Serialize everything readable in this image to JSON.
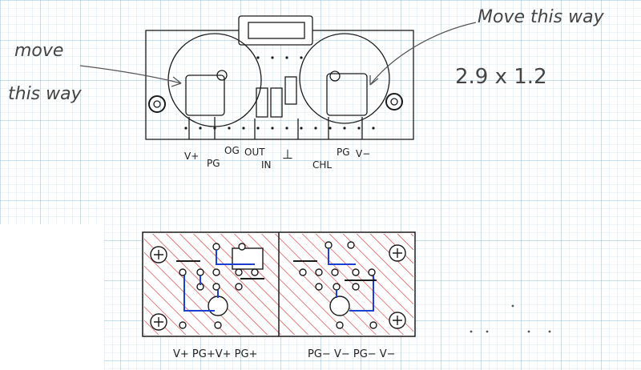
{
  "annotations": {
    "left_line1": "move",
    "left_line2": "this way",
    "right_note": "Move this way",
    "dimensions": "2.9 x 1.2"
  },
  "top_pins": {
    "v_plus": "V+",
    "pg": "PG",
    "og": "OG",
    "out": "OUT",
    "in": "IN",
    "ground": "⊥",
    "pg2": "PG",
    "v_minus": "V−",
    "chl": "CHL"
  },
  "bottom_labels": {
    "left": "V+ PG+V+ PG+",
    "right": "PG− V− PG− V−"
  },
  "colors": {
    "grid_line": "#9cc4d8",
    "ink": "#1b1b1b",
    "pencil": "#555555",
    "hatch": "#d23a3a",
    "trace": "#1d3fd0",
    "pad": "#8a2a2a"
  }
}
